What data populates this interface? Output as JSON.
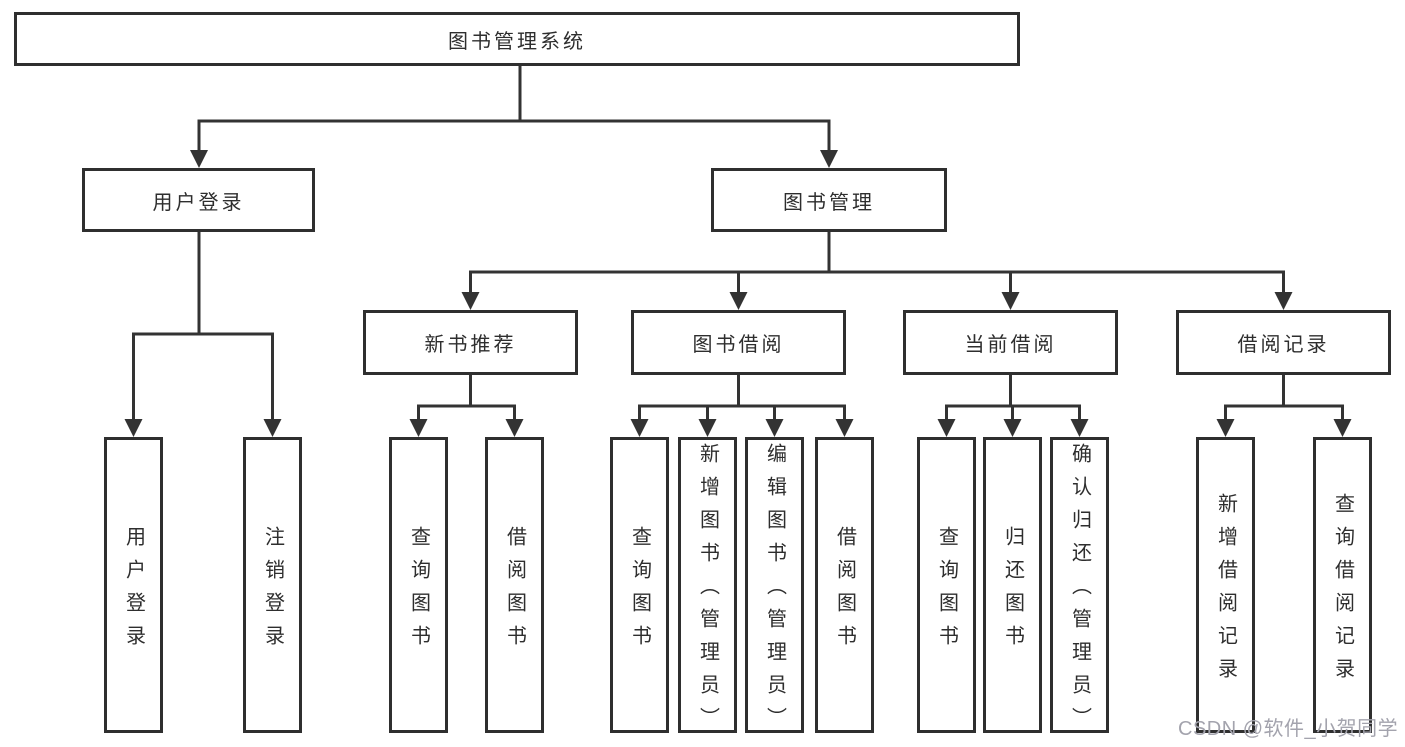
{
  "diagram": {
    "root": {
      "label": "图书管理系统"
    },
    "level2": [
      {
        "id": "user-login",
        "label": "用户登录"
      },
      {
        "id": "book-management",
        "label": "图书管理"
      }
    ],
    "level3": [
      {
        "id": "new-book-recommendation",
        "label": "新书推荐"
      },
      {
        "id": "book-borrowing",
        "label": "图书借阅"
      },
      {
        "id": "current-borrowing",
        "label": "当前借阅"
      },
      {
        "id": "borrowing-records",
        "label": "借阅记录"
      }
    ],
    "leaves": [
      {
        "parent": "user-login",
        "label": "用户登录"
      },
      {
        "parent": "user-login",
        "label": "注销登录"
      },
      {
        "parent": "new-book-recommendation",
        "label": "查询图书"
      },
      {
        "parent": "new-book-recommendation",
        "label": "借阅图书"
      },
      {
        "parent": "book-borrowing",
        "label": "查询图书"
      },
      {
        "parent": "book-borrowing",
        "label": "新增图书（管理员）"
      },
      {
        "parent": "book-borrowing",
        "label": "编辑图书（管理员）"
      },
      {
        "parent": "book-borrowing",
        "label": "借阅图书"
      },
      {
        "parent": "current-borrowing",
        "label": "查询图书"
      },
      {
        "parent": "current-borrowing",
        "label": "归还图书"
      },
      {
        "parent": "current-borrowing",
        "label": "确认归还（管理员）"
      },
      {
        "parent": "borrowing-records",
        "label": "新增借阅记录"
      },
      {
        "parent": "borrowing-records",
        "label": "查询借阅记录"
      }
    ]
  },
  "watermark": {
    "text": "CSDN @软件_小贺同学"
  },
  "colors": {
    "line": "#333333",
    "box_border": "#2f2f2f",
    "box_bg": "#ffffff",
    "text": "#2e2e2e",
    "watermark": "#a3a3ad",
    "background": "#ffffff"
  }
}
